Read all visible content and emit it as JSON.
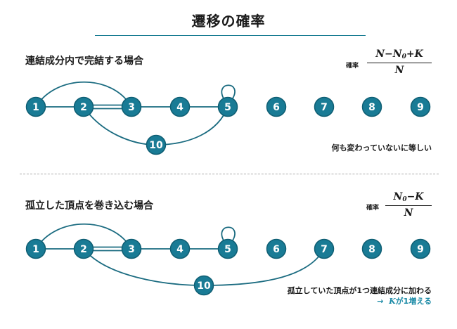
{
  "title": "遷移の確率",
  "section1": {
    "heading": "連結成分内で完結する場合",
    "prob_label": "確率",
    "numerator_a": "N",
    "numerator_b": "−N",
    "numerator_sub": "0",
    "numerator_c": "+K",
    "denominator": "N",
    "note": "何も変わっていないに等しい",
    "nodes": [
      "1",
      "2",
      "3",
      "4",
      "5",
      "6",
      "7",
      "8",
      "9",
      "10"
    ]
  },
  "section2": {
    "heading": "孤立した頂点を巻き込む場合",
    "prob_label": "確率",
    "numerator_a": "N",
    "numerator_sub": "0",
    "numerator_c": "−K",
    "denominator": "N",
    "note": "孤立していた頂点が1つ連結成分に加わる",
    "note_arrow": "→",
    "note_k": "K",
    "note_rest": "が1増える",
    "nodes": [
      "1",
      "2",
      "3",
      "4",
      "5",
      "6",
      "7",
      "8",
      "9",
      "10"
    ]
  }
}
